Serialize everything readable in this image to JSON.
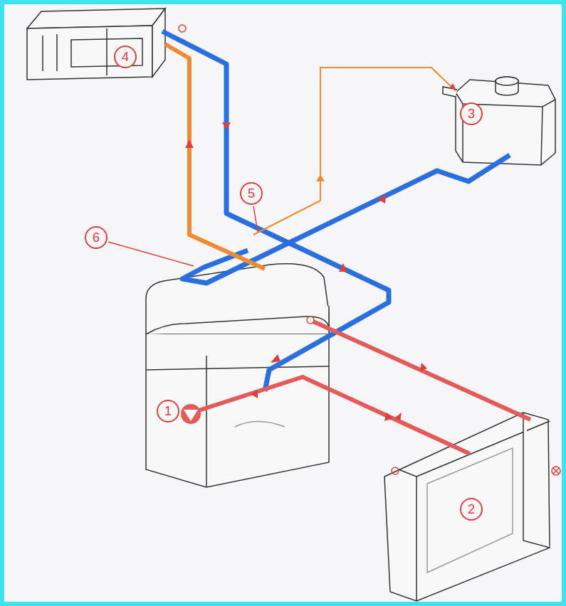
{
  "diagram": {
    "labels": [
      "4",
      "3",
      "5",
      "6",
      "1",
      "2"
    ]
  }
}
